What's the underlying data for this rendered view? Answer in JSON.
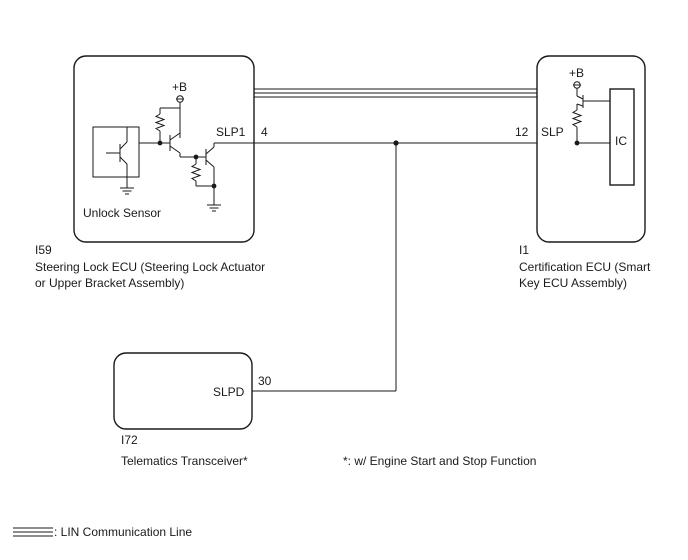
{
  "ecu_steering": {
    "code": "I59",
    "name_line1": "Steering Lock ECU (Steering Lock Actuator",
    "name_line2": "or Upper Bracket Assembly)",
    "pin_name": "SLP1",
    "pin_number": "4",
    "power_label": "+B",
    "sensor_label": "Unlock Sensor"
  },
  "ecu_certification": {
    "code": "I1",
    "name_line1": "Certification ECU (Smart",
    "name_line2": "Key ECU Assembly)",
    "pin_name": "SLP",
    "pin_number": "12",
    "power_label": "+B",
    "ic_label": "IC"
  },
  "telematics": {
    "code": "I72",
    "name": "Telematics Transceiver*",
    "pin_name": "SLPD",
    "pin_number": "30"
  },
  "footnote": "*: w/ Engine Start and Stop Function",
  "legend": {
    "label": ": LIN Communication Line"
  }
}
